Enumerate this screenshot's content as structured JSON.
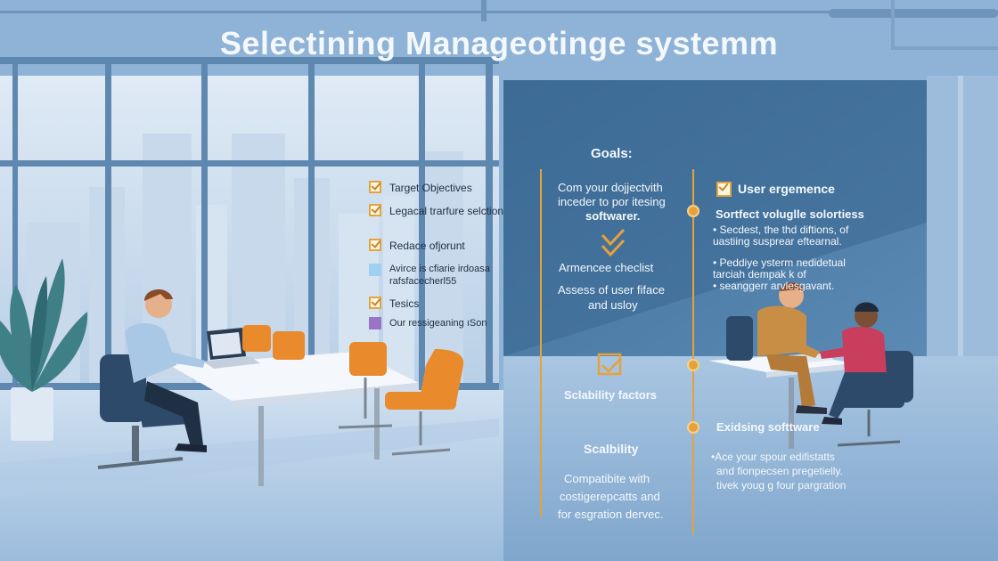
{
  "title": "Selectining Manageotinge systemm",
  "left_checklist": [
    {
      "label": "Target Objectives",
      "marker": "checkbox"
    },
    {
      "label": "Legacal trarfure selction",
      "marker": "checkbox"
    },
    {
      "label": "Redace ofjorunt",
      "marker": "checkbox"
    },
    {
      "label": "Avirce is cfiarie irdoasa",
      "marker": "square-blue"
    },
    {
      "label": "rafsfacecherl55",
      "marker": "none"
    },
    {
      "label": "Tesics",
      "marker": "checkbox"
    },
    {
      "label": "Our ressigeaning ıSon",
      "marker": "square-purple"
    }
  ],
  "middle_column": {
    "goals_heading": "Goals:",
    "goals_text": [
      "Com your dojjectvith",
      "inceder to por itesing"
    ],
    "goals_bold": "softwarer.",
    "checklist_title": "Armencee checlist",
    "checklist_text": [
      "Assess of user fiface",
      "and usloy"
    ],
    "scalability_factors": "Sclability factors",
    "scalability": "Scalbility",
    "compat_text": [
      "Compatibite with",
      "costigerepcatts and",
      "for esgration dervec."
    ]
  },
  "right_column": {
    "user_heading": "User ergemence",
    "subheading": "Sortfect voluglle solortiess",
    "bullets_1": [
      "• Secdest, the thd diftions, of",
      "  uastiing susprear eftearnal."
    ],
    "bullets_2": [
      "• Peddiye ysterm nedidetual",
      "  tarciah dempak k of",
      "• seanggerr arvlesgavant."
    ],
    "existing_heading": "Exidsing softtware",
    "existing_text": [
      "•Ace your spour edifistatts",
      "and fionpecsen pregetielly.",
      "tivek youg g four pargration"
    ]
  },
  "colors": {
    "accent": "#e6a23a",
    "panel": "#4f7ea8",
    "sky": "#bcd4ea",
    "chair_orange": "#e98a2c"
  }
}
